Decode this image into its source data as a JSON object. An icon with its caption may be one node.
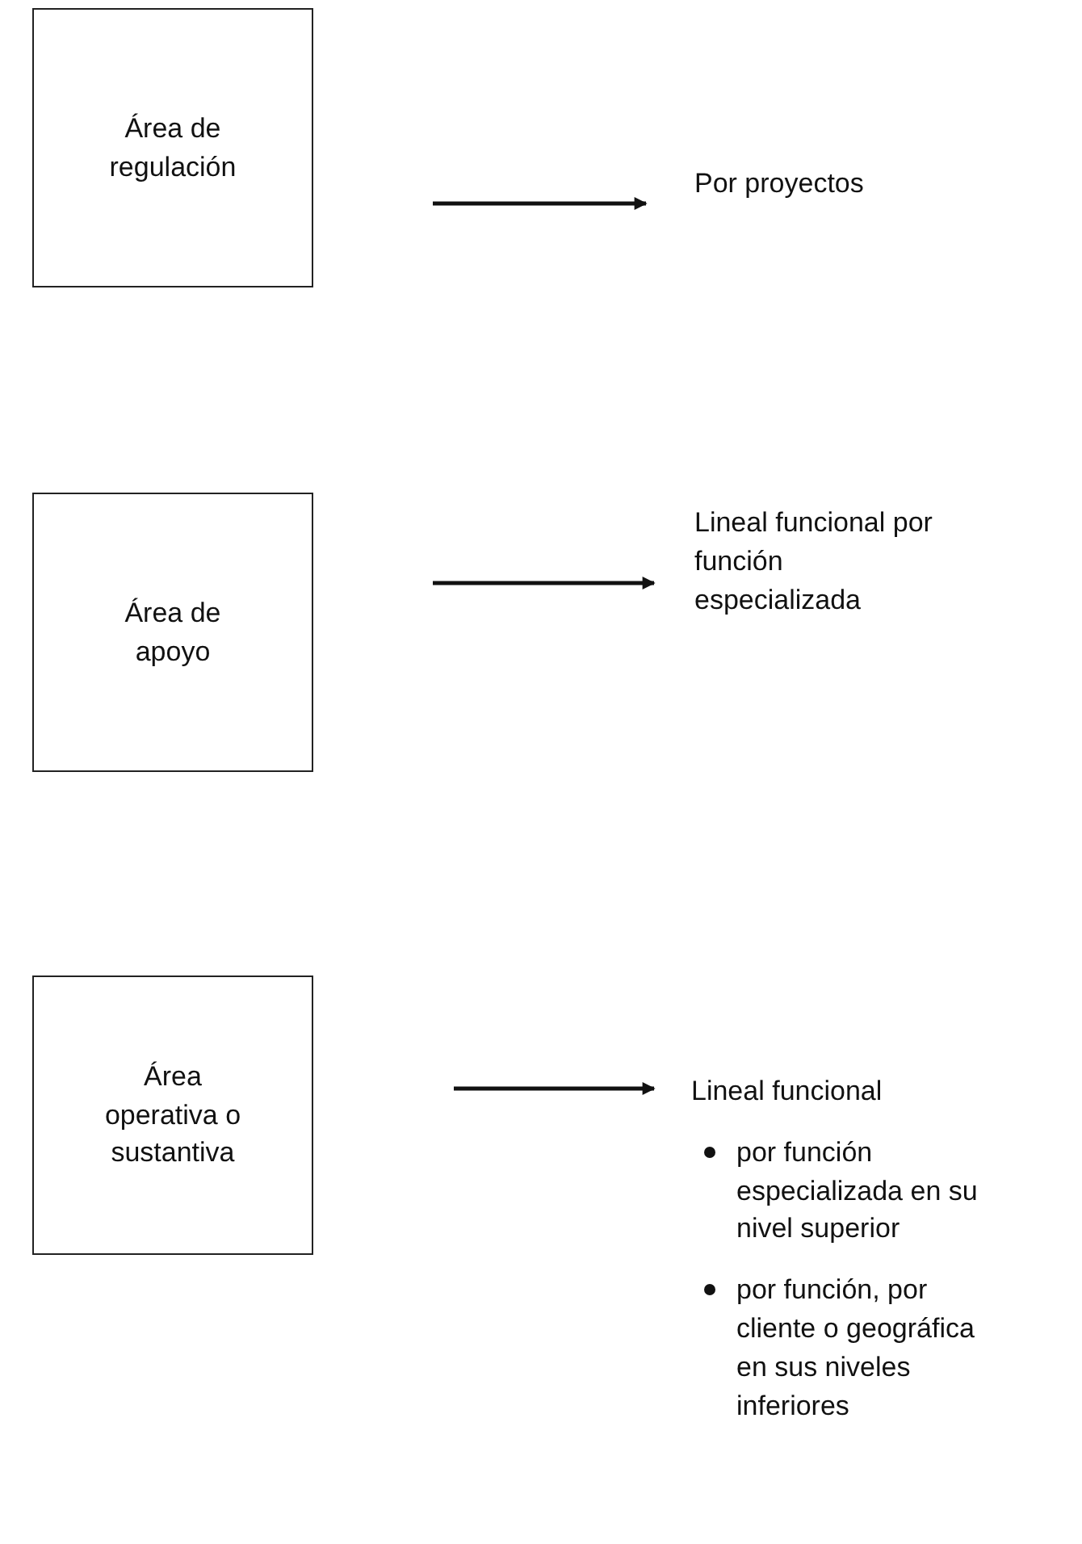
{
  "diagram": {
    "nodes": [
      {
        "text": [
          "Área de regulación"
        ]
      },
      {
        "text": [
          "Por proyectos"
        ]
      },
      {
        "text": [
          "Área de apoyo"
        ]
      },
      {
        "text": [
          "Lineal funcional por función especializada"
        ]
      },
      {
        "text": [
          "Área operativa o sustantiva"
        ]
      },
      {
        "text": [
          "Lineal funcional",
          "por función especializada en su nivel superior",
          "por función, por cliente o geográfica en sus niveles inferiores"
        ]
      }
    ],
    "edges": [
      {
        "from": null,
        "to": 1,
        "arrow": "to"
      },
      {
        "from": null,
        "to": 3,
        "arrow": "to"
      },
      {
        "from": null,
        "to": 5,
        "arrow": "to"
      }
    ]
  }
}
